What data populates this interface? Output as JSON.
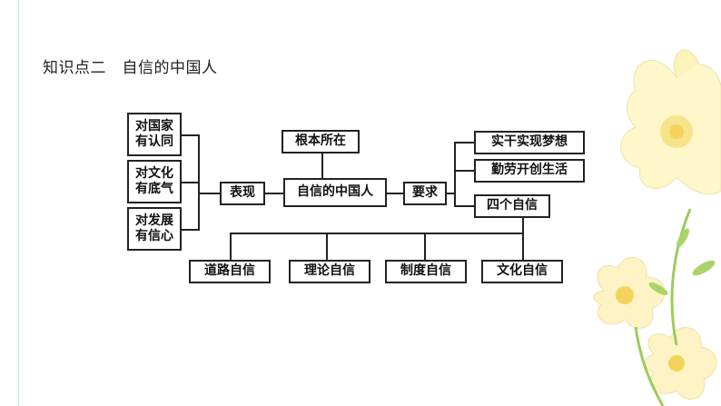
{
  "heading": "知识点二　自信的中国人",
  "diagram": {
    "left_items": [
      "对国家\n有认同",
      "对文化\n有底气",
      "对发展\n有信心"
    ],
    "biaoxian": "表现",
    "center": "自信的中国人",
    "top": "根本所在",
    "yaoqiu": "要求",
    "right_items": [
      "实干实现梦想",
      "勤劳开创生活",
      "四个自信"
    ],
    "bottom_items": [
      "道路自信",
      "理论自信",
      "制度自信",
      "文化自信"
    ]
  },
  "colors": {
    "accent_line": "#b6e3df",
    "flower_petal": "#fdf7c9",
    "flower_center": "#f3d35b",
    "leaf": "#9ccc5a"
  }
}
